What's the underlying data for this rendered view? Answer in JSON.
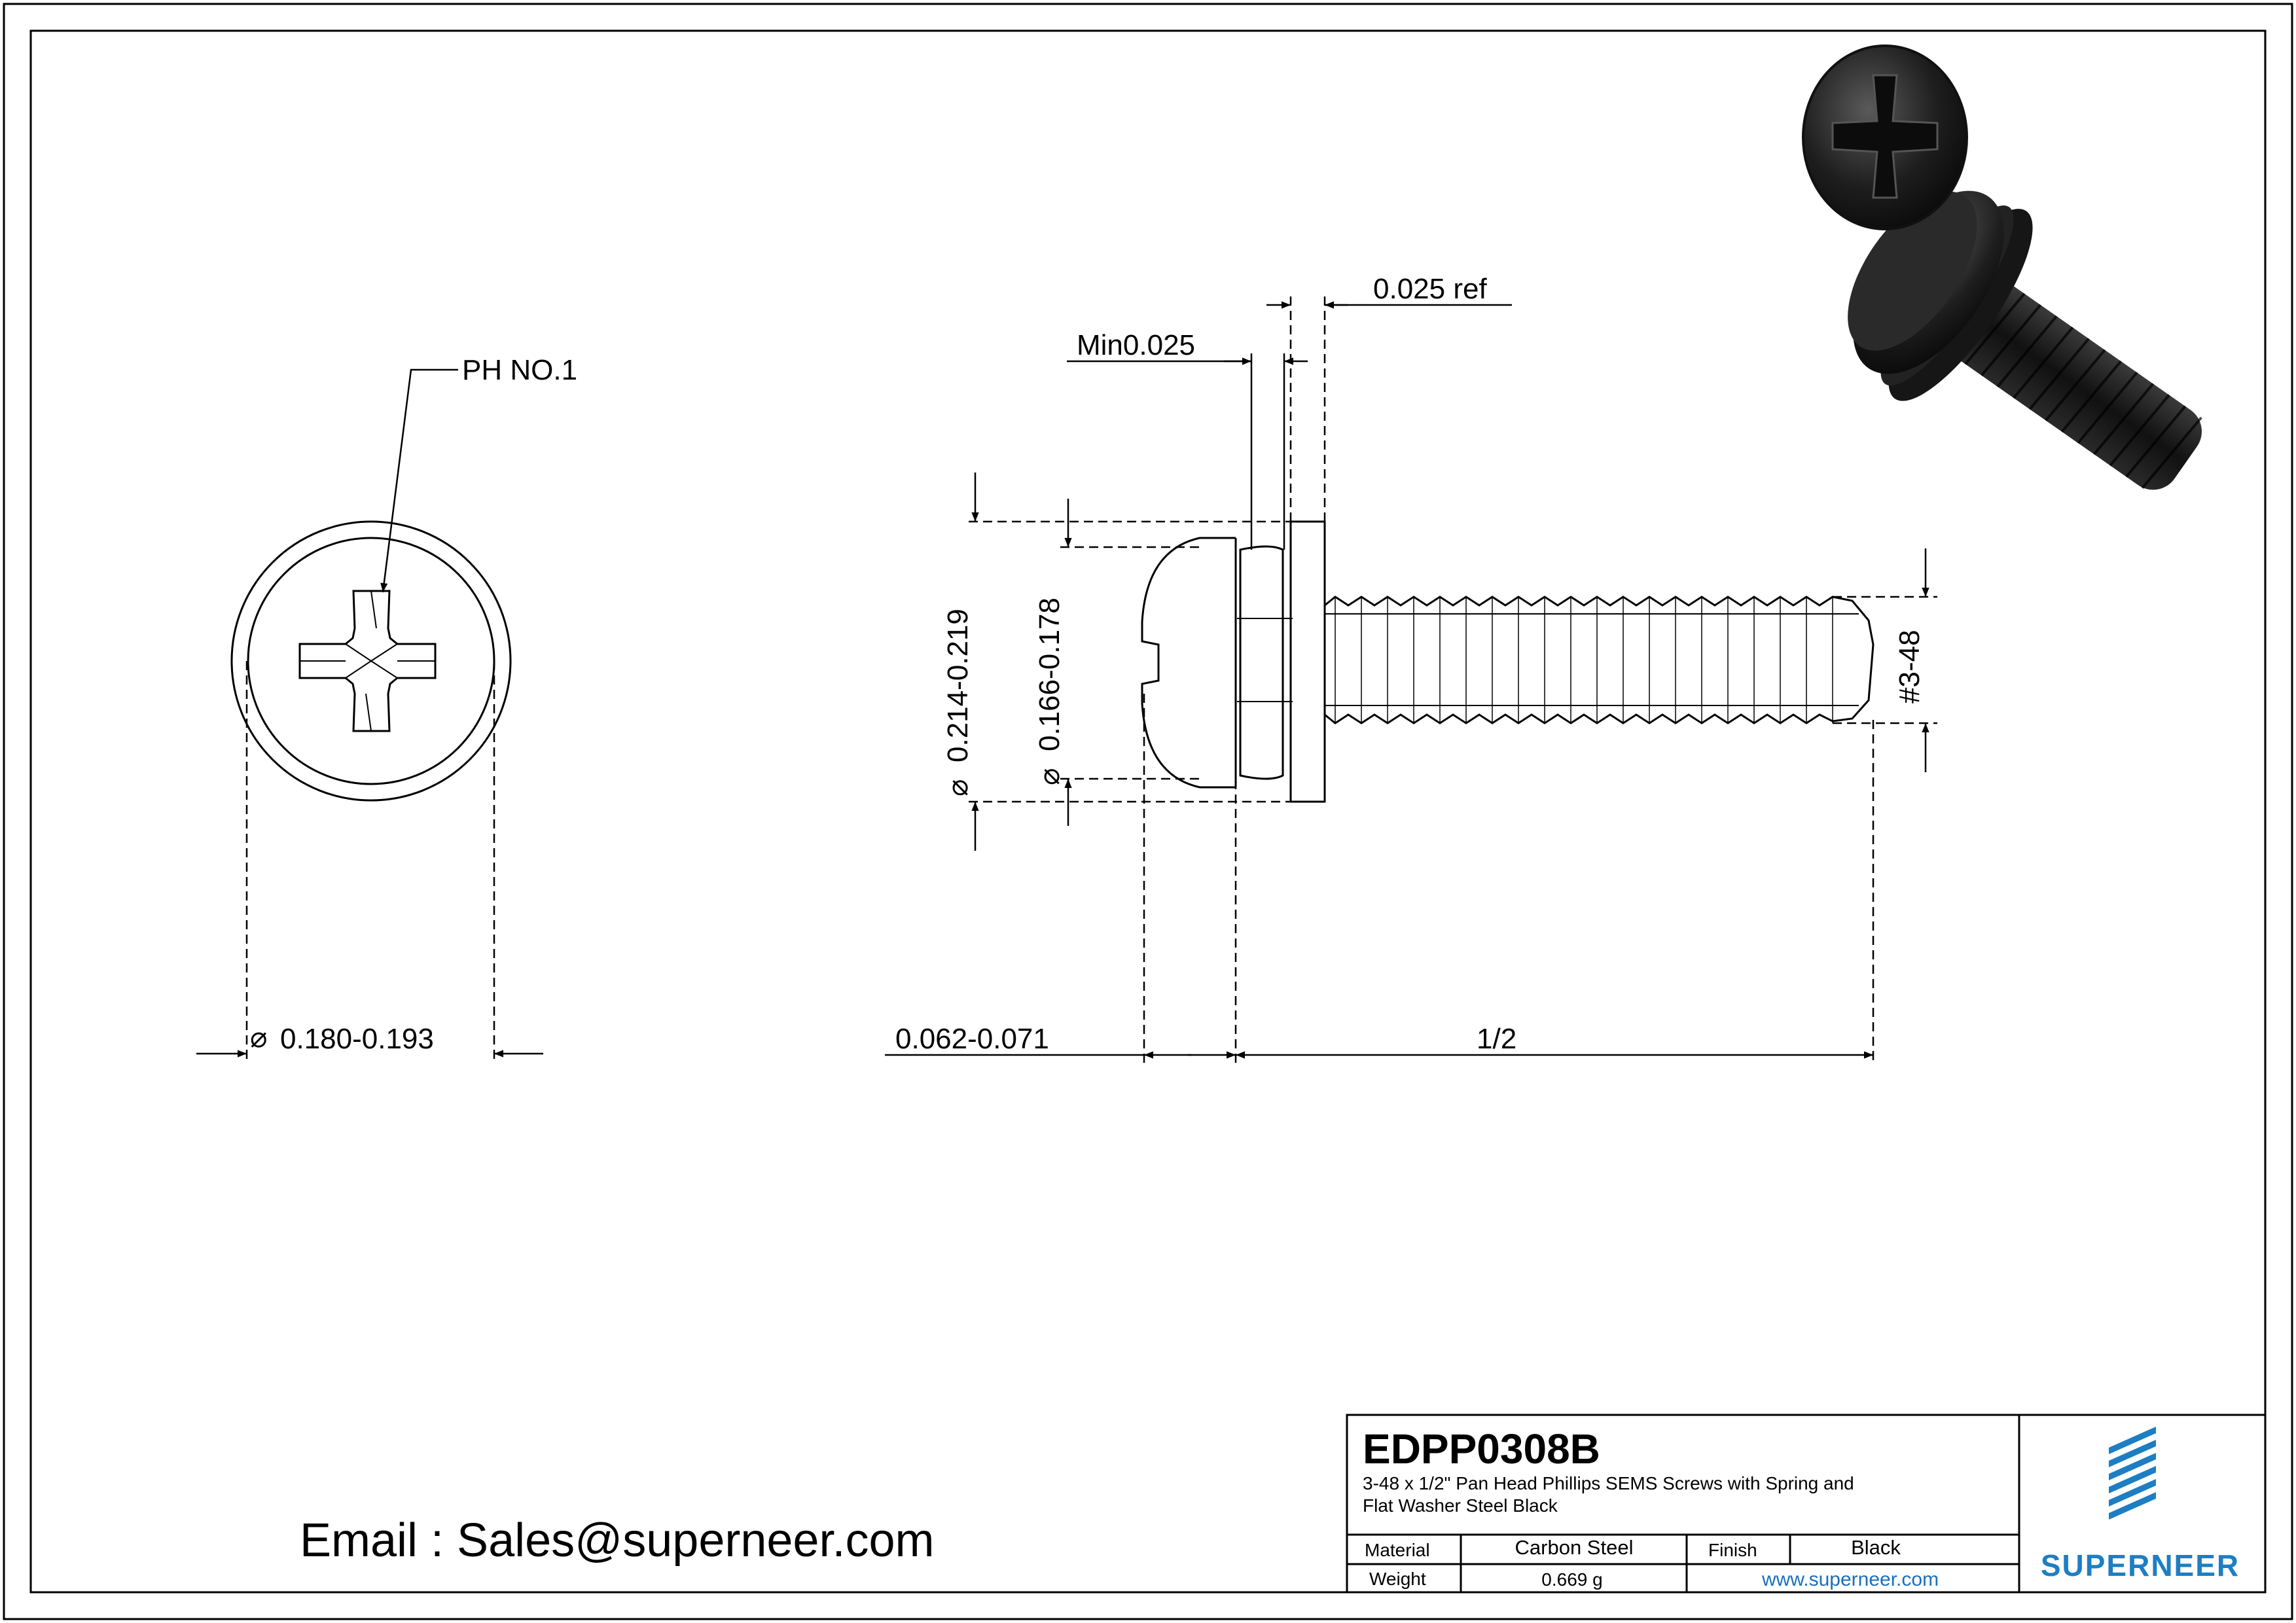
{
  "part_number": "EDPP0308B",
  "description_line1": "3-48 x 1/2\" Pan Head Phillips SEMS Screws with Spring and",
  "description_line2": "Flat Washer Steel Black",
  "labels": {
    "material": "Material",
    "finish": "Finish",
    "weight": "Weight"
  },
  "values": {
    "material": "Carbon Steel",
    "finish": "Black",
    "weight": "0.669 g",
    "website": "www.superneer.com"
  },
  "brand": "SUPERNEER",
  "email": "Email : Sales@superneer.com",
  "dimensions": {
    "drive": "PH NO.1",
    "head_dia_front": "0.180-0.193",
    "washer_dia": "0.214-0.219",
    "head_dia_side": "0.166-0.178",
    "head_height": "0.062-0.071",
    "length": "1/2",
    "thread": "#3-48",
    "spring_washer_min": "Min0.025",
    "flat_washer_ref": "0.025 ref"
  },
  "colors": {
    "brand_blue": "#1d7ec4",
    "link_blue": "#1a6fbf",
    "screw_black": "#1a1a1a"
  }
}
